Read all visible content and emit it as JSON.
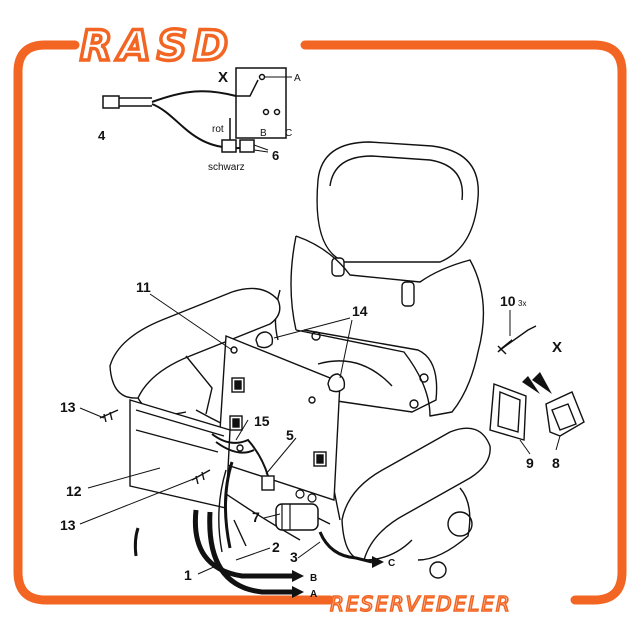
{
  "brand": {
    "logo_text": "RASD",
    "footer_text": "RESERVEDELER",
    "accent_color": "#f26522"
  },
  "inset": {
    "title": "X",
    "pin_a": "A",
    "pin_b": "B",
    "pin_c": "C",
    "wire_red": "rot",
    "wire_black": "schwarz",
    "part_4": "4",
    "part_6": "6"
  },
  "parts": {
    "p1": "1",
    "p2": "2",
    "p3": "3",
    "p5": "5",
    "p7": "7",
    "p8": "8",
    "p9": "9",
    "p10": "10",
    "p10_qty": "3x",
    "p11": "11",
    "p12": "12",
    "p13a": "13",
    "p13b": "13",
    "p14": "14",
    "p15": "15",
    "view_x": "X"
  },
  "arrows": {
    "a": "A",
    "b": "B",
    "c": "C"
  }
}
